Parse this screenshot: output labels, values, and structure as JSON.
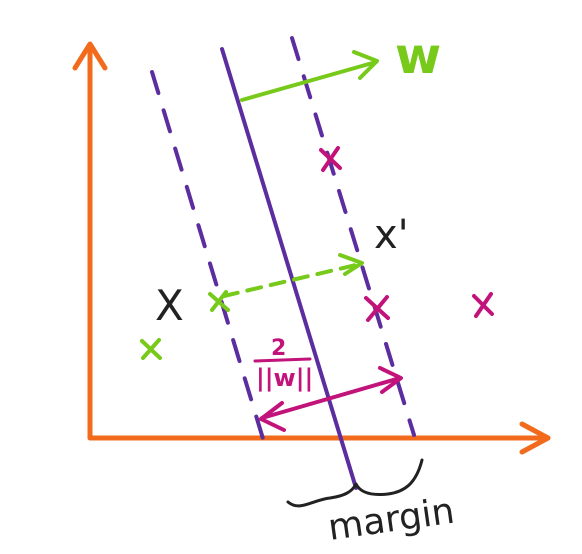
{
  "labels": {
    "w": "w",
    "x_prime": "x'",
    "x": "X",
    "norm_numerator": "2",
    "norm_denominator": "||w||",
    "margin": "margin"
  },
  "colors": {
    "axes": "#f26b1d",
    "hyperplane": "#5b2d9e",
    "green": "#77c91a",
    "magenta": "#c2137a",
    "black": "#222222"
  },
  "points": {
    "negative_class_marker": "x",
    "positive_class_marker": "x"
  }
}
